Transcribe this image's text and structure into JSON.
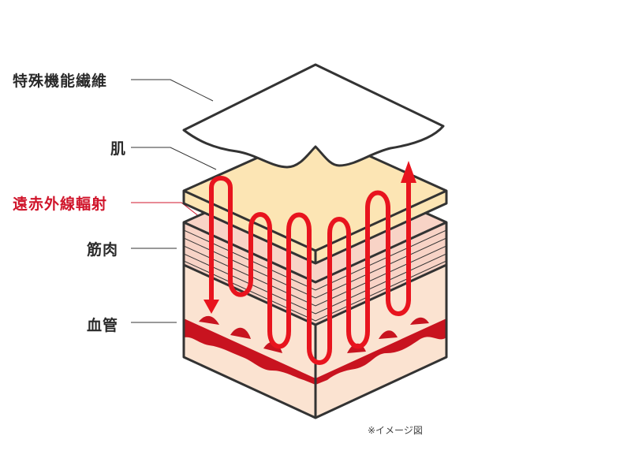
{
  "labels": {
    "fiber": "特殊機能繊維",
    "skin": "肌",
    "far_infrared": "遠赤外線輻射",
    "muscle": "筋肉",
    "blood_vessel": "血管"
  },
  "note": "※イメージ図",
  "colors": {
    "outline": "#333333",
    "fiber_fill": "#ffffff",
    "skin_fill": "#fce5b4",
    "muscle_fill": "#f8d3c6",
    "tissue_fill": "#fbe3d1",
    "vessel": "#c8131f",
    "radiation": "#e8141e",
    "accent_text": "#d0152b"
  }
}
